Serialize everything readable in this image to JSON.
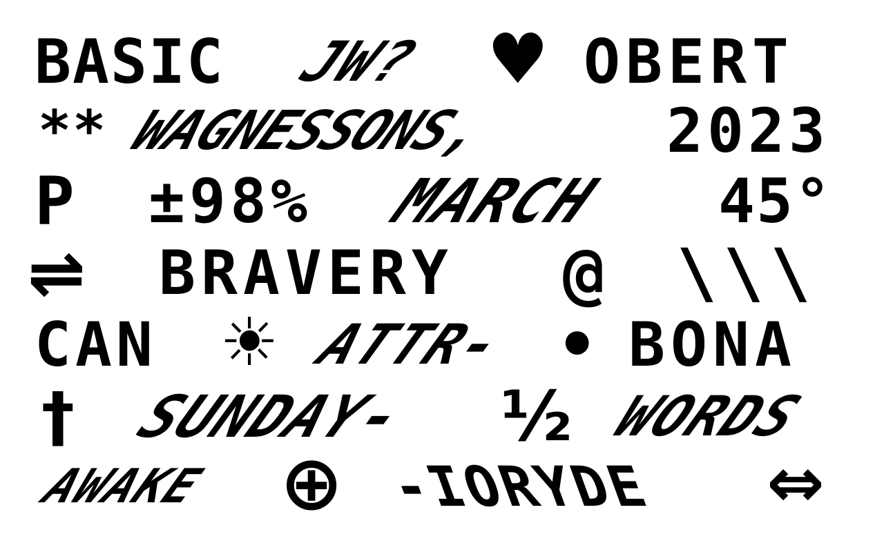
{
  "rows": [
    [
      "BASIC",
      "JW?",
      "♥",
      "OBERT"
    ],
    [
      "**",
      "WAGNESSONS,",
      "2023"
    ],
    [
      "P",
      "±98%",
      "MARCH",
      "45°"
    ],
    [
      "⇌",
      "BRAVERY",
      "@",
      "\\\\\\"
    ],
    [
      "CAN",
      "☀",
      "ATTR-",
      "•",
      "BONA"
    ],
    [
      "†",
      "SUNDAY-",
      "½",
      "WORDS"
    ],
    [
      "AWAKE",
      "⊕",
      "-IORYDE",
      "⇔"
    ]
  ]
}
